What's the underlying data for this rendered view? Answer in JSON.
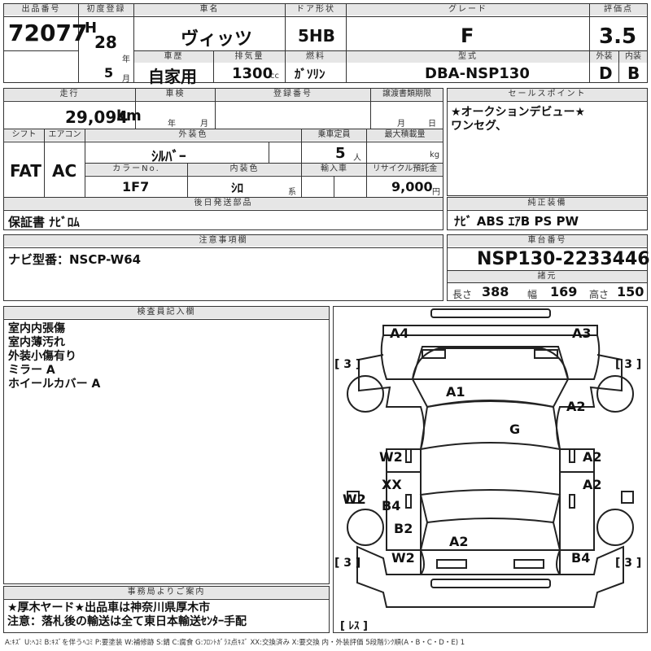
{
  "headers": {
    "lot_number": "出品番号",
    "first_reg": "初度登録",
    "car_name": "車名",
    "door": "ドア形状",
    "grade": "グレード",
    "score": "評価点",
    "history": "車歴",
    "displacement": "排気量",
    "fuel": "燃料",
    "model": "型式",
    "exterior": "外装",
    "interior": "内装",
    "mileage": "走行",
    "inspection": "車検",
    "registration": "登録番号",
    "transfer_deadline": "譲渡書類期限",
    "sales_point": "セールスポイント",
    "shift": "シフト",
    "aircon": "エアコン",
    "ext_color": "外装色",
    "capacity": "乗車定員",
    "max_load": "最大積載量",
    "color_no": "カラーNo.",
    "int_color": "内装色",
    "import": "輸入車",
    "recycle": "リサイクル預託金",
    "later_parts": "後日発送部品",
    "genuine_equipment": "純正装備",
    "notes": "注意事項欄",
    "chassis_no": "車台番号",
    "specs": "諸元",
    "inspector_notes": "検査員記入欄",
    "office_notice": "事務局よりご案内"
  },
  "lot_number": "72077",
  "era_letter": "H",
  "year": "28",
  "year_unit": "年",
  "month": "5",
  "month_unit": "月",
  "car_name": "ヴィッツ",
  "door": "5HB",
  "grade": "F",
  "score": "3.5",
  "history": "自家用",
  "displacement": "1300",
  "displacement_unit": "cc",
  "fuel": "ｶﾞｿﾘﾝ",
  "model": "DBA-NSP130",
  "exterior_grade": "D",
  "interior_grade": "B",
  "mileage": "29,094",
  "mileage_unit": "km",
  "inspection_year_unit": "年",
  "inspection_month_unit": "月",
  "transfer_month_unit": "月",
  "transfer_day_unit": "日",
  "sales_points": [
    "★オークションデビュー★",
    "ワンセグ、"
  ],
  "shift": "FAT",
  "aircon": "AC",
  "ext_color": "ｼﾙﾊﾞｰ",
  "capacity": "5",
  "capacity_unit": "人",
  "max_load_unit": "kg",
  "color_no": "1F7",
  "int_color": "ｼﾛ",
  "int_color_unit": "系",
  "recycle": "9,000",
  "recycle_unit": "円",
  "later_parts": "保証書 ﾅﾋﾞﾛﾑ",
  "genuine_equipment": "ﾅﾋﾞ ABS ｴｱB PS PW",
  "notes": "ナビ型番：NSCP-W64",
  "chassis_no": "NSP130-2233446",
  "specs": {
    "length_label": "長さ",
    "length": "388",
    "width_label": "幅",
    "width": "169",
    "height_label": "高さ",
    "height": "150"
  },
  "inspector_lines": [
    "室内内張傷",
    "室内薄汚れ",
    "外装小傷有り",
    "ミラー A",
    "ホイールカバー A"
  ],
  "office_lines": [
    "★厚木ヤード★出品車は神奈川県厚木市",
    "注意：落札後の輸送は全て東日本輸送ｾﾝﾀｰ手配"
  ],
  "diagram": {
    "marks": {
      "a4": "A4",
      "a3": "A3",
      "a1": "A1",
      "a2_right_front": "A2",
      "g": "G",
      "w2_left": "W2",
      "a2_right_mid": "A2",
      "xx": "XX",
      "a2_right_mid2": "A2",
      "b4_left": "B4",
      "w2_far_left": "W2",
      "b2": "B2",
      "a2_rear": "A2",
      "w2_rear": "W2",
      "b4_right": "B4"
    },
    "tire_front_left": "[ 3 ]",
    "tire_front_right": "[ 3 ]",
    "tire_rear_left": "[ 3 ]",
    "tire_rear_right": "[ 3 ]",
    "spare": "[ ﾚｽ ]"
  },
  "legend": "A:ｷｽﾞ U:ﾍｺﾐ B:ｷｽﾞを伴うﾍｺﾐ P:要塗装 W:補修跡 S:錆 C:腐食 G:ﾌﾛﾝﾄｶﾞﾗｽ点ｷｽﾞ XX:交換済み X:要交換 内・外装評価 5段階ﾗﾝｸ順(A・B・C・D・E) 1"
}
